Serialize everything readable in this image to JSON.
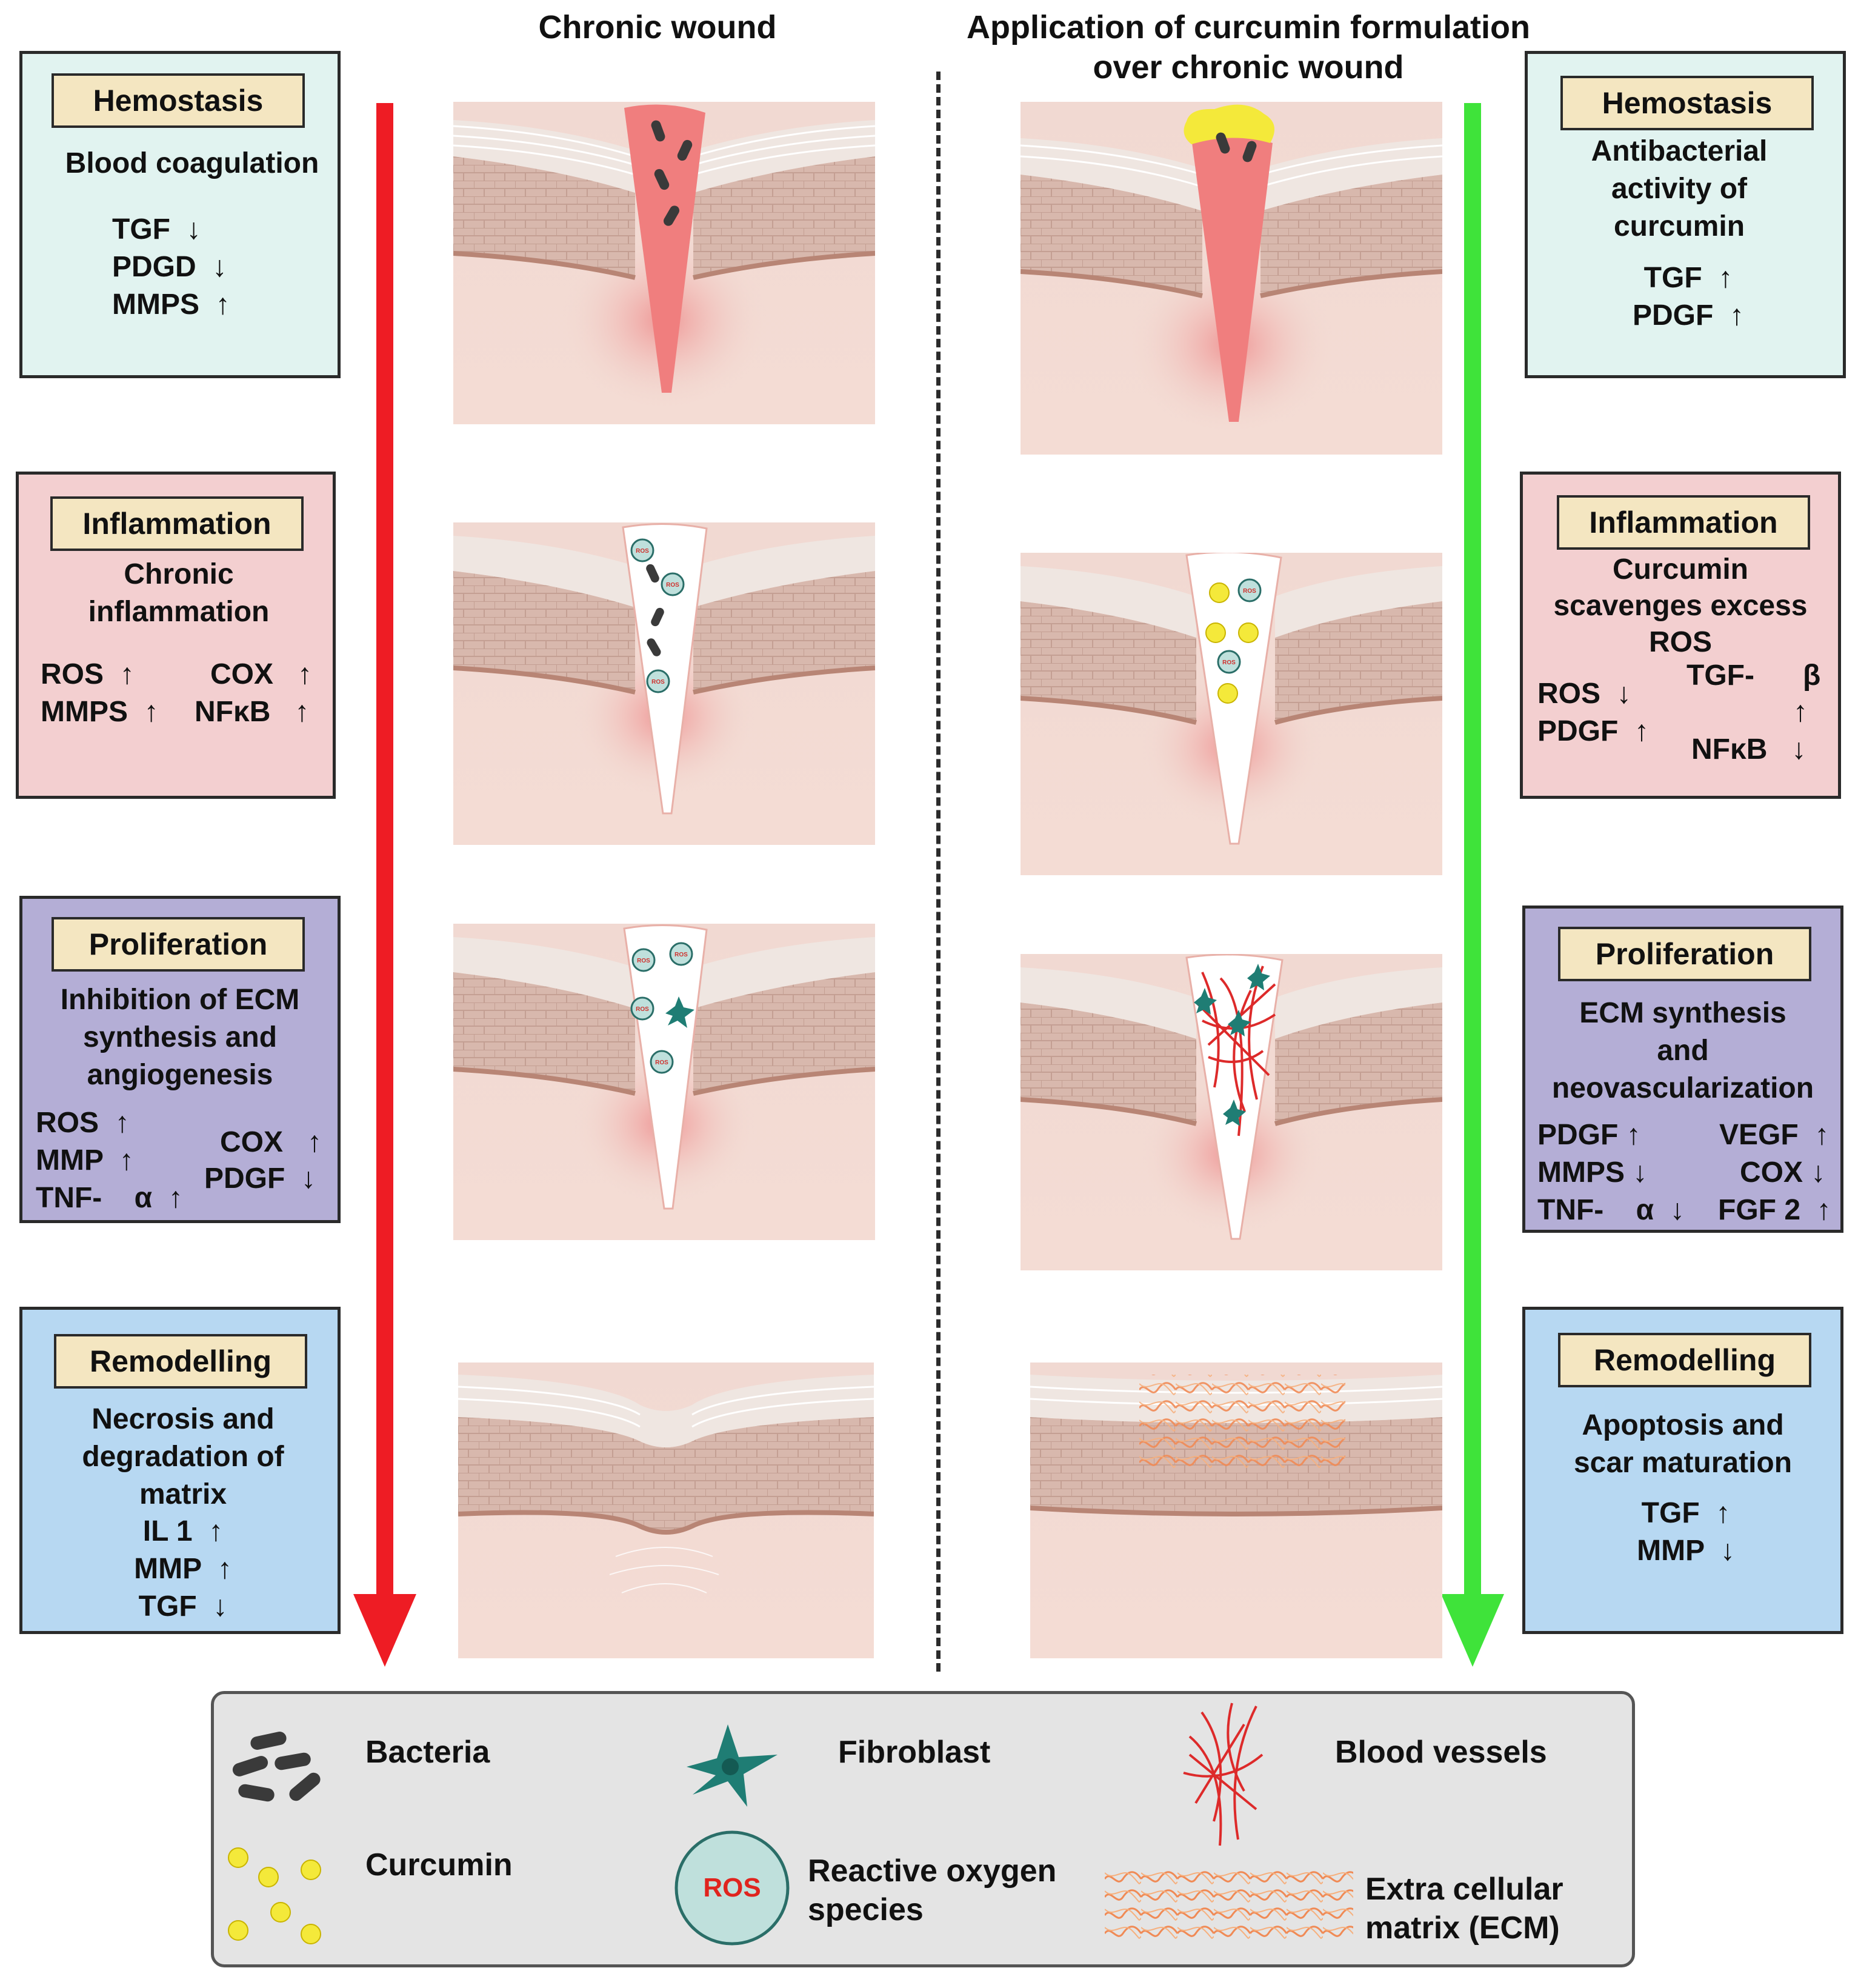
{
  "titles": {
    "left": "Chronic wound",
    "right_line1": "Application of curcumin formulation",
    "right_line2": "over chronic wound"
  },
  "colors": {
    "left_arrow": "#ee1c24",
    "right_arrow": "#3fe33a",
    "hemostasis_box": "#e1f3f0",
    "inflammation_box": "#f3cfd0",
    "proliferation_box": "#b4aed6",
    "remodelling_box": "#b7d8f2",
    "stage_tag": "#f4e6c1",
    "wound_bed": "#f07e7e",
    "curcumin": "#f4e93a",
    "fibroblast": "#1f7d74",
    "blood_vessels": "#dd2a2a",
    "ros_circle": "#bfe0dc"
  },
  "left": {
    "hemostasis": {
      "tag": "Hemostasis",
      "desc": "Blood coagulation",
      "m1": "TGF  ↓",
      "m2": "PDGD  ↓",
      "m3": "MMPS  ↑"
    },
    "inflammation": {
      "tag": "Inflammation",
      "desc1": "Chronic",
      "desc2": "inflammation",
      "m1": "ROS  ↑",
      "m2": "COX   ↑",
      "m3": "MMPS  ↑",
      "m4": "NFκB   ↑"
    },
    "proliferation": {
      "tag": "Proliferation",
      "desc1": "Inhibition of ECM",
      "desc2": "synthesis and",
      "desc3": "angiogenesis",
      "m1": "ROS  ↑",
      "m2": "MMP  ↑",
      "m3": "TNF-    α  ↑",
      "m4": "COX   ↑",
      "m5": "PDGF  ↓"
    },
    "remodelling": {
      "tag": "Remodelling",
      "desc1": "Necrosis and",
      "desc2": "degradation of",
      "desc3": "matrix",
      "m1": "IL 1  ↑",
      "m2": "MMP  ↑",
      "m3": "TGF  ↓"
    }
  },
  "right": {
    "hemostasis": {
      "tag": "Hemostasis",
      "desc1": "Antibacterial",
      "desc2": "activity of",
      "desc3": "curcumin",
      "m1": "TGF  ↑",
      "m2": "PDGF  ↑"
    },
    "inflammation": {
      "tag": "Inflammation",
      "desc1": "Curcumin",
      "desc2": "scavenges excess",
      "desc3": "ROS",
      "m1": "ROS  ↓",
      "m2": "PDGF  ↑",
      "m3": "TGF-      β",
      "m4": "↑",
      "m5": "NFκB   ↓"
    },
    "proliferation": {
      "tag": "Proliferation",
      "desc1": "ECM synthesis",
      "desc2": "and",
      "desc3": "neovascularization",
      "m1": "PDGF ↑",
      "m2": "VEGF  ↑",
      "m3": "MMPS ↓",
      "m4": "COX ↓",
      "m5": "TNF-    α  ↓",
      "m6": "FGF 2  ↑"
    },
    "remodelling": {
      "tag": "Remodelling",
      "desc1": "Apoptosis and",
      "desc2": "scar maturation",
      "m1": "TGF  ↑",
      "m2": "MMP  ↓"
    }
  },
  "ros_text": "ROS",
  "legend": {
    "bacteria": "Bacteria",
    "fibroblast": "Fibroblast",
    "blood_vessels": "Blood vessels",
    "curcumin": "Curcumin",
    "ros_icon_text": "ROS",
    "ros_line1": "Reactive oxygen",
    "ros_line2": "species",
    "ecm_line1": "Extra cellular",
    "ecm_line2": "matrix (ECM)"
  }
}
